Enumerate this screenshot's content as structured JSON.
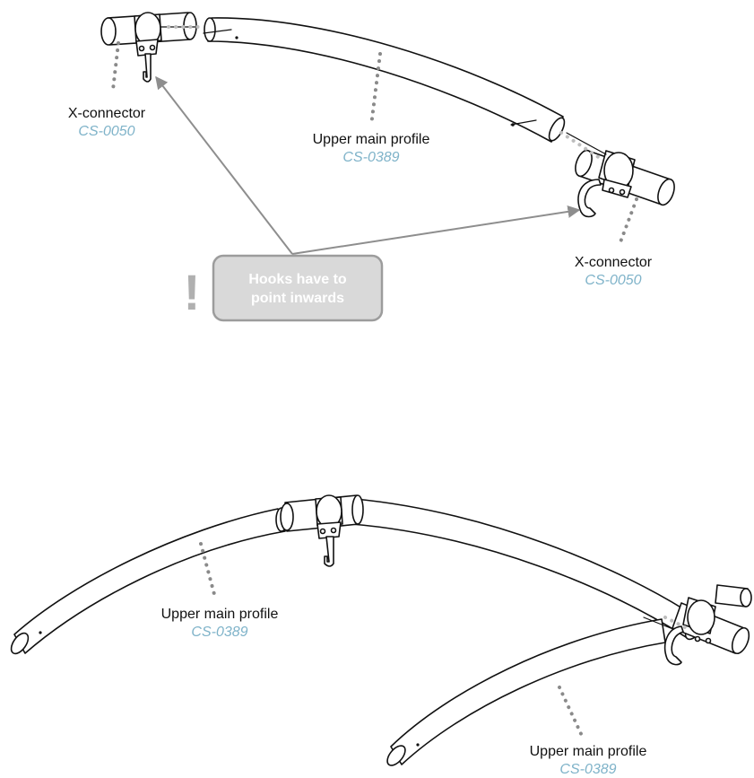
{
  "parts": {
    "connector_name": "X-connector",
    "connector_code": "CS-0050",
    "profile_name": "Upper main profile",
    "profile_code": "CS-0389"
  },
  "note": {
    "line1": "Hooks have to",
    "line2": "point inwards",
    "mark": "!"
  },
  "colors": {
    "code_text": "#7fb3c9",
    "note_fill": "#d9d9d9",
    "note_border": "#9c9c9c",
    "arrow": "#8e8e8e"
  }
}
